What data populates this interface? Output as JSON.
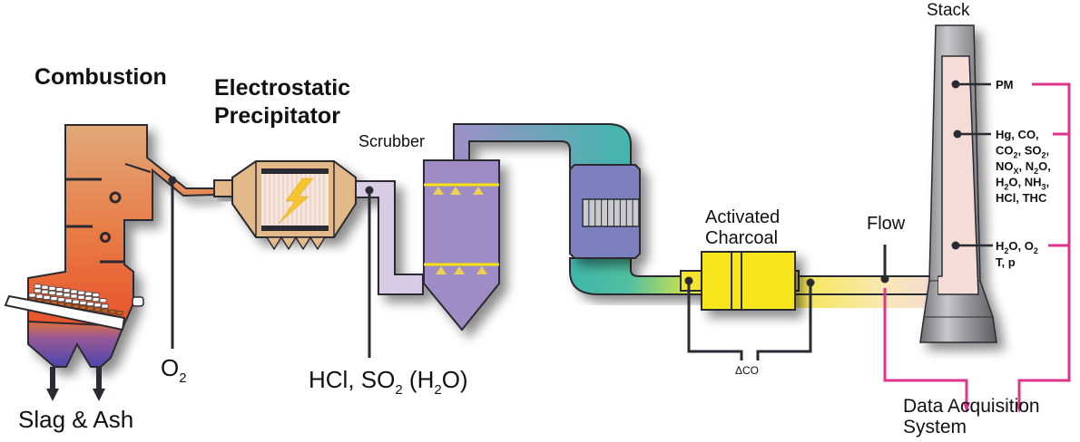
{
  "title": "Combustion flue gas monitoring process diagram",
  "labels": {
    "combustion": "Combustion",
    "esp_line1": "Electrostatic",
    "esp_line2": "Precipitator",
    "scrubber": "Scrubber",
    "activated_line1": "Activated",
    "activated_line2": "Charcoal",
    "flow": "Flow",
    "stack": "Stack",
    "slag_ash": "Slag & Ash",
    "o2": {
      "main": "O",
      "sub": "2"
    },
    "hcl_so2": {
      "p1": "HCl, SO",
      "s1": "2",
      "p2": " (H",
      "s2": "2",
      "p3": "O)"
    },
    "delta_co": "ΔCO",
    "daq_line1": "Data Acquisition",
    "daq_line2": "System"
  },
  "stack_measurements": {
    "pm": "PM",
    "gases": [
      {
        "parts": [
          [
            "Hg, CO,",
            ""
          ]
        ]
      },
      {
        "parts": [
          [
            "CO",
            ""
          ],
          [
            "2",
            "sub"
          ],
          [
            ", SO",
            ""
          ],
          [
            "2",
            "sub"
          ],
          [
            ",",
            ""
          ]
        ]
      },
      {
        "parts": [
          [
            "NO",
            ""
          ],
          [
            "X",
            "sub"
          ],
          [
            ", N",
            ""
          ],
          [
            "2",
            "sub"
          ],
          [
            "O,",
            ""
          ]
        ]
      },
      {
        "parts": [
          [
            "H",
            ""
          ],
          [
            "2",
            "sub"
          ],
          [
            "O, NH",
            ""
          ],
          [
            "3",
            "sub"
          ],
          [
            ",",
            ""
          ]
        ]
      },
      {
        "parts": [
          [
            "HCl, THC",
            ""
          ]
        ]
      }
    ],
    "h2o_o2": {
      "p1": "H",
      "s1": "2",
      "p2": "O, O",
      "s2": "2"
    },
    "t_p": "T, p"
  },
  "colors": {
    "outline": "#2a2a33",
    "signal_line": "#e0338a",
    "furnace_top": "#e0a36a",
    "furnace_bottom": "#e8532a",
    "hopper": "#5a4fae",
    "esp": "#e3b98a",
    "scrubber": "#a08cc4",
    "catalyst": "#7d80bf",
    "duct_teal": "#3fb7a8",
    "charcoal": "#f7e61a",
    "stack_gray": "#8a8a8f",
    "stack_inner": "#f6dcd6",
    "bolt": "#f4c431",
    "nozzle": "#f0d050"
  }
}
